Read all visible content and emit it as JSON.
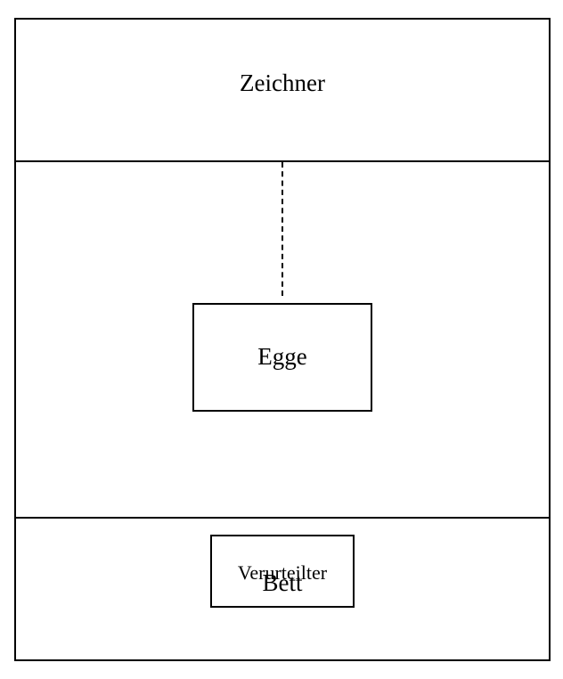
{
  "diagram": {
    "top_section": {
      "label": "Zeichner"
    },
    "middle_section": {
      "box_label": "Egge"
    },
    "bottom_section": {
      "box_label": "Bett",
      "overlay_label": "Verurteilter"
    }
  },
  "colors": {
    "stroke": "#000000",
    "background": "#ffffff"
  }
}
